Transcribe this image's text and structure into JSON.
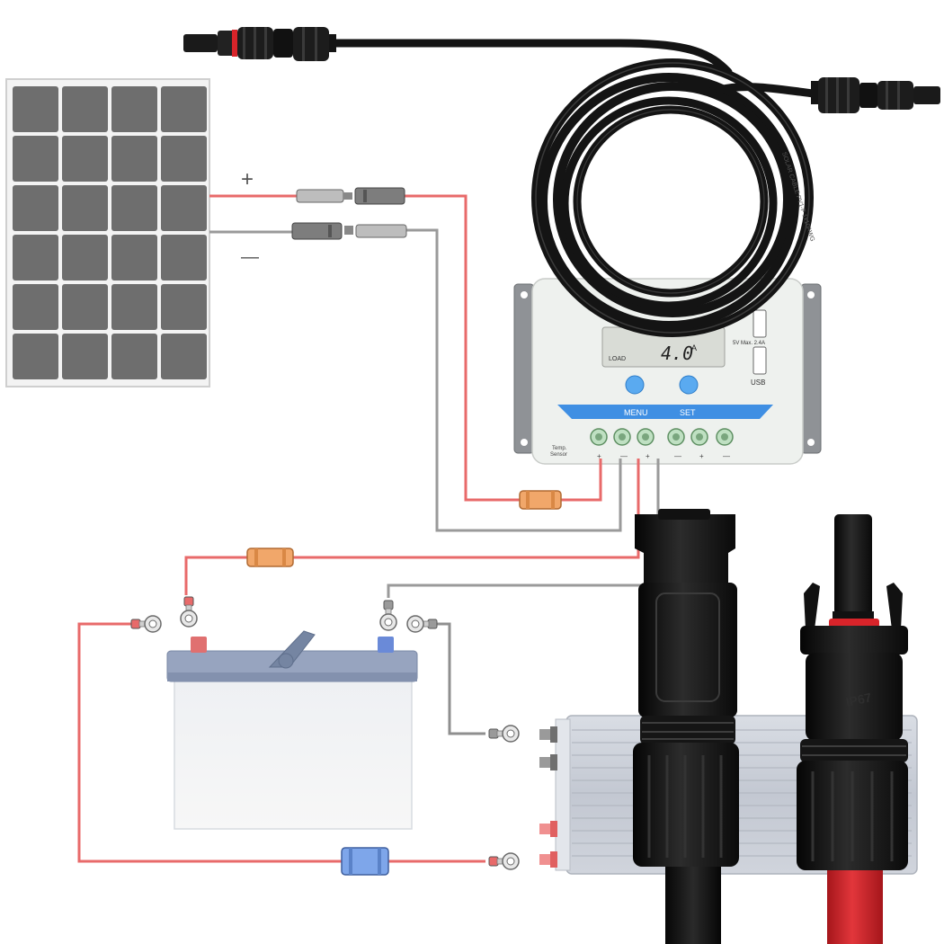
{
  "solar_panel": {
    "polarity_plus": "+",
    "polarity_minus": "—",
    "rows": 6,
    "cols": 4
  },
  "controller": {
    "display_value": "4.0",
    "display_unit": "A",
    "display_load": "LOAD",
    "menu_label": "MENU",
    "set_label": "SET",
    "usb_spec": "5V  Max. 2.4A",
    "usb_label": "USB",
    "sensor_label_1": "Temp.",
    "sensor_label_2": "Sensor",
    "terminal_signs": [
      "+",
      "—",
      "+",
      "—",
      "+",
      "—"
    ]
  },
  "connector_marking": "IP67",
  "cable_print": "SOLAR CABLE PV1-F 1x10AWG",
  "colors": {
    "positive_wire": "#e05656",
    "negative_wire": "#8f8f8f",
    "cable": "#141414",
    "red_cable": "#d8242a",
    "panel_cell": "#6e6e6e",
    "fuse": "#f1a76a",
    "blue_fuse": "#7ea6ea",
    "controller_body": "#eef1ee",
    "controller_band": "#3f8fe3"
  }
}
